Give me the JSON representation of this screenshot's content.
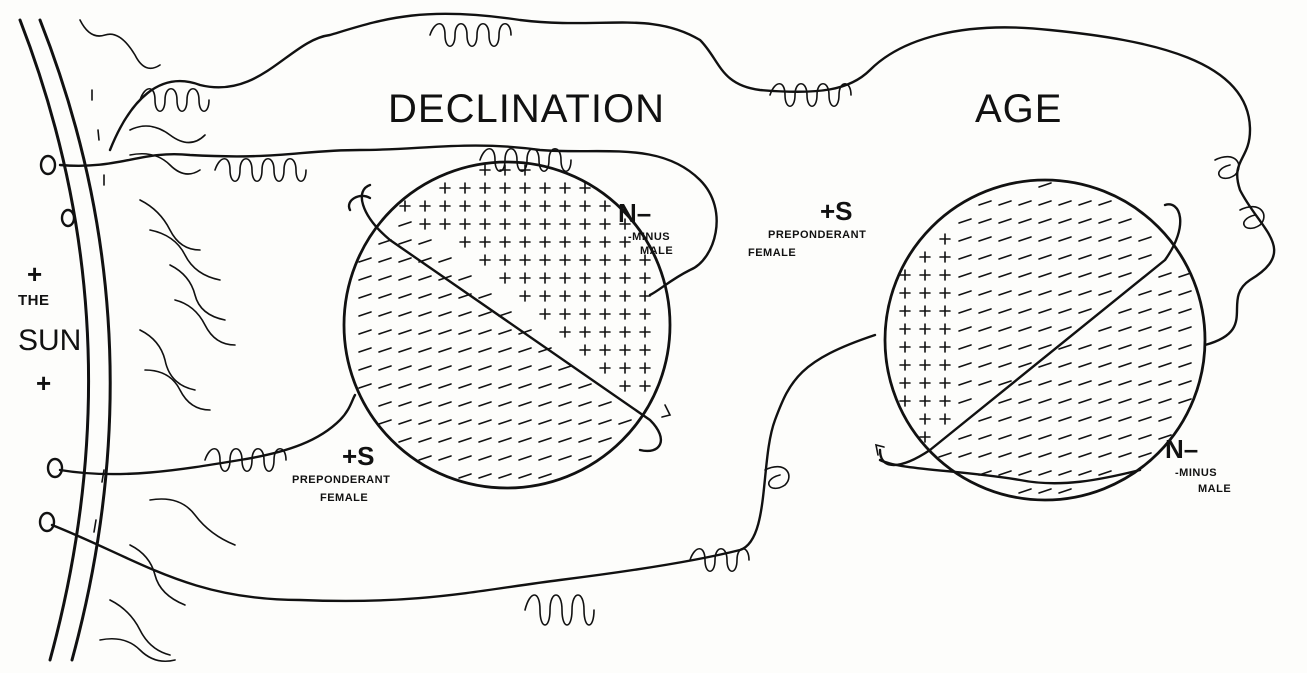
{
  "title_left": "DECLINATION",
  "title_right": "AGE",
  "sun": {
    "plus_top": "+",
    "the": "THE",
    "name": "SUN",
    "plus_bottom": "+"
  },
  "left_globe": {
    "north_sign": "N–",
    "north_line1": "-MINUS",
    "north_line2": "MALE",
    "south_sign": "+S",
    "south_line1": "PREPONDERANT",
    "south_line2": "FEMALE"
  },
  "right_globe": {
    "south_sign": "+S",
    "south_line1": "PREPONDERANT",
    "south_line2": "FEMALE",
    "north_sign": "N–",
    "north_line1": "-MINUS",
    "north_line2": "MALE"
  }
}
